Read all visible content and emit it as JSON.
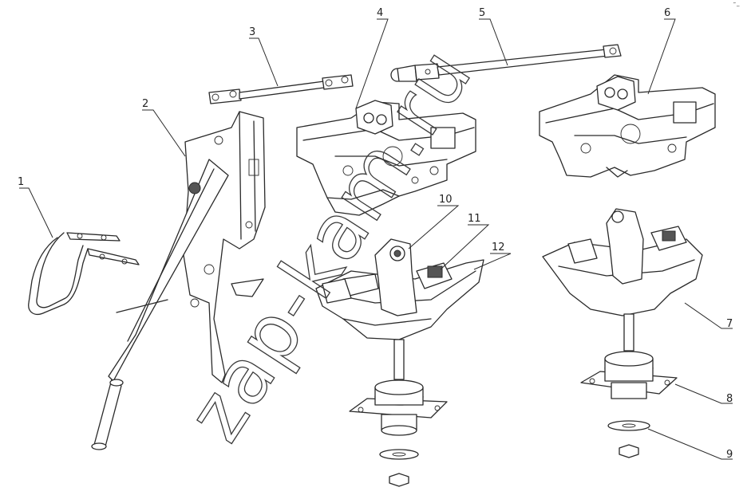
{
  "watermark": "zap-kam.ru",
  "corner_mark": "˜–",
  "callouts": [
    "1",
    "2",
    "3",
    "4",
    "5",
    "6",
    "7",
    "8",
    "9",
    "10",
    "11",
    "12"
  ]
}
